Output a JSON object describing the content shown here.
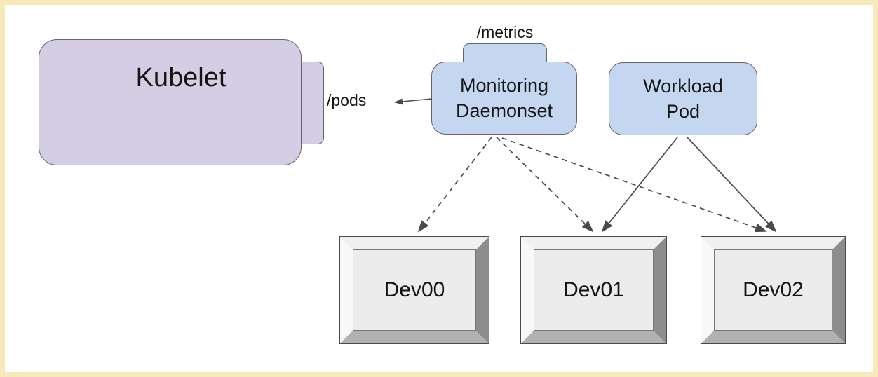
{
  "diagram": {
    "nodes": {
      "kubelet": {
        "label": "Kubelet"
      },
      "monitoring_daemonset": {
        "line1": "Monitoring",
        "line2": "Daemonset"
      },
      "workload_pod": {
        "line1": "Workload",
        "line2": "Pod"
      },
      "devices": [
        {
          "label": "Dev00"
        },
        {
          "label": "Dev01"
        },
        {
          "label": "Dev02"
        }
      ]
    },
    "labels": {
      "pods_endpoint": "/pods",
      "metrics_endpoint": "/metrics"
    },
    "edges": [
      {
        "from": "monitoring-daemonset",
        "to": "pods-endpoint",
        "style": "solid"
      },
      {
        "from": "monitoring-daemonset",
        "to": "dev00",
        "style": "dashed"
      },
      {
        "from": "monitoring-daemonset",
        "to": "dev01",
        "style": "dashed"
      },
      {
        "from": "monitoring-daemonset",
        "to": "dev02",
        "style": "dashed"
      },
      {
        "from": "workload-pod",
        "to": "dev01",
        "style": "solid"
      },
      {
        "from": "workload-pod",
        "to": "dev02",
        "style": "solid"
      }
    ],
    "colors": {
      "frame_border": "#f8e9bb",
      "purple_fill": "#d4cde4",
      "blue_fill": "#c5d6f0",
      "node_border": "#62646e",
      "arrow": "#4a4a4a",
      "device_face": "#ececec"
    }
  }
}
